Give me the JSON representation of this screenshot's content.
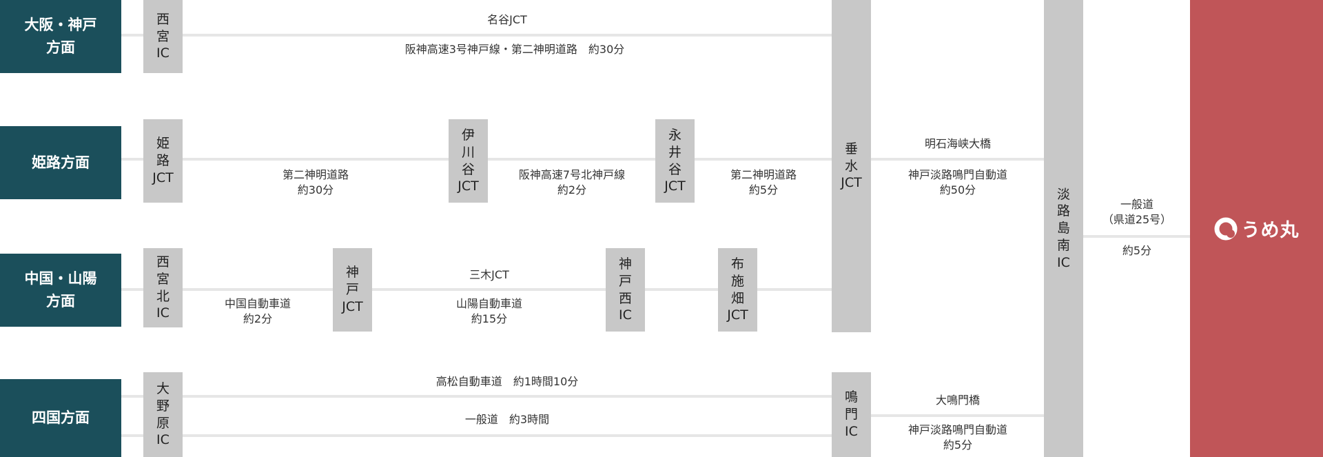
{
  "origins": [
    "大阪・神戸\n方面",
    "姫路方面",
    "中国・山陽\n方面",
    "四国方面"
  ],
  "nodes": {
    "nishinomiya_ic": "西\n宮\nIC",
    "himeji_jct": "姫\n路\nJCT",
    "ikawadani_jct": "伊\n川\n谷\nJCT",
    "nagaidani_jct": "永\n井\n谷\nJCT",
    "tarumi_jct": "垂\n水\nJCT",
    "awajishima_minami_ic": "淡\n路\n島\n南\nIC",
    "nishinomiya_kita_ic": "西\n宮\n北\nIC",
    "kobe_jct": "神\n戸\nJCT",
    "kobe_nishi_ic": "神\n戸\n西\nIC",
    "fusehata_jct": "布\n施\n畑\nJCT",
    "onohara_ic": "大\n野\n原\nIC",
    "naruto_ic": "鳴\n門\nIC"
  },
  "labels": {
    "myodani": "名谷JCT",
    "route1": "阪神高速3号神戸線・第二神明道路　約30分",
    "route2a": "第二神明道路",
    "route2a_time": "約30分",
    "route2b": "阪神高速7号北神戸線",
    "route2b_time": "約2分",
    "route2c": "第二神明道路",
    "route2c_time": "約5分",
    "route3a": "中国自動車道",
    "route3a_time": "約2分",
    "miki": "三木JCT",
    "route3b": "山陽自動車道",
    "route3b_time": "約15分",
    "route4a": "高松自動車道　約1時間10分",
    "route4b": "一般道　約3時間",
    "akashi": "明石海峡大橋",
    "kobe_awaji1": "神戸淡路鳴門自動道",
    "kobe_awaji1_time": "約50分",
    "onaruto": "大鳴門橋",
    "kobe_awaji2": "神戸淡路鳴門自動道",
    "kobe_awaji2_time": "約5分",
    "local": "一般道",
    "local_route": "（県道25号）",
    "local_time": "約5分"
  },
  "destination": {
    "logo_text": "うめ丸"
  },
  "colors": {
    "origin": "#1b4f5b",
    "node": "#c8c8c8",
    "destination": "#c05558",
    "line": "#e6e6e6"
  }
}
